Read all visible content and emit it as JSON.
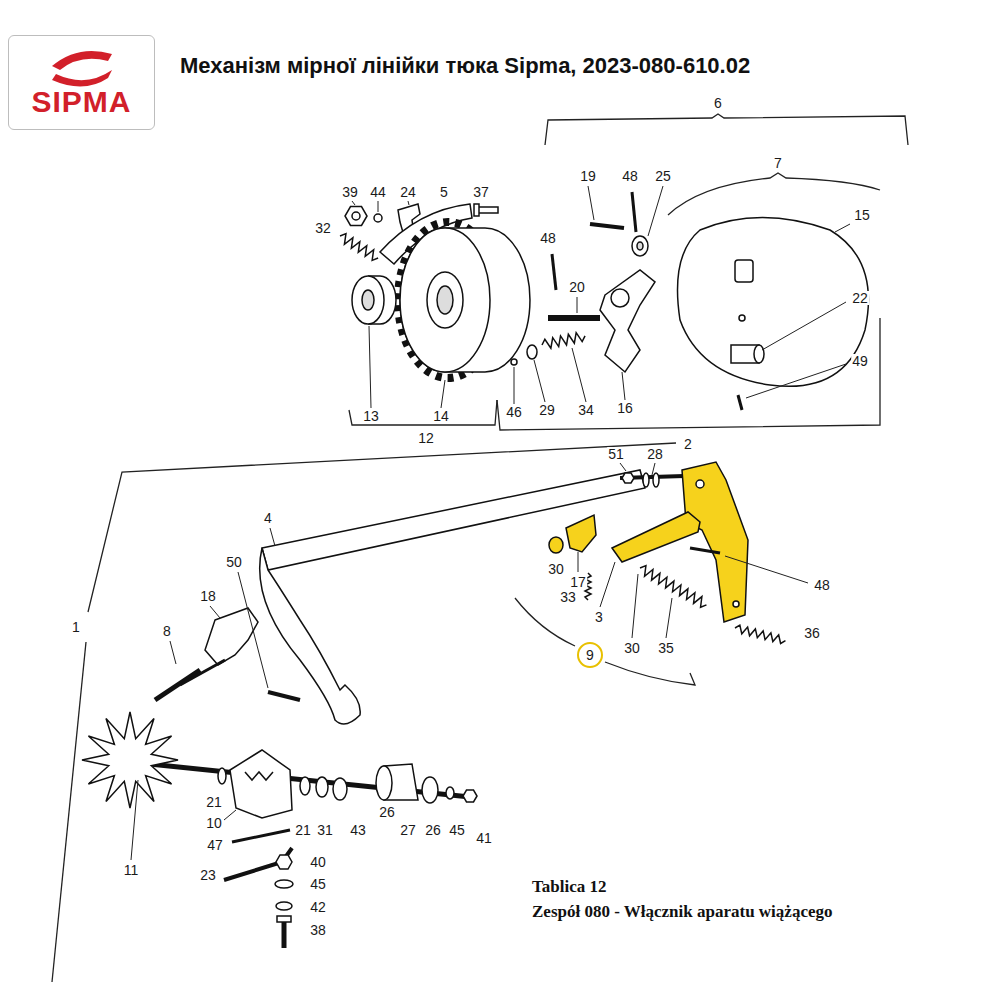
{
  "diagram": {
    "title": "Механізм мірної лінійки тюка Sipma, 2023-080-610.02",
    "nodes": [
      {
        "text": [
          "SIPMA"
        ]
      },
      {
        "text": [
          "9"
        ]
      }
    ],
    "labels": [
      "39",
      "44",
      "24",
      "5",
      "37",
      "6",
      "19",
      "48",
      "25",
      "7",
      "15",
      "32",
      "48",
      "20",
      "22",
      "49",
      "13",
      "14",
      "46",
      "29",
      "34",
      "16",
      "12",
      "2",
      "51",
      "28",
      "4",
      "50",
      "30",
      "17",
      "48",
      "18",
      "33",
      "3",
      "8",
      "1",
      "30",
      "35",
      "36",
      "21",
      "26",
      "10",
      "21",
      "31",
      "43",
      "27",
      "26",
      "45",
      "41",
      "47",
      "40",
      "11",
      "23",
      "45",
      "42",
      "38",
      "Tablica 12",
      "Zespół 080 - Włącznik aparatu wiążącego"
    ]
  }
}
